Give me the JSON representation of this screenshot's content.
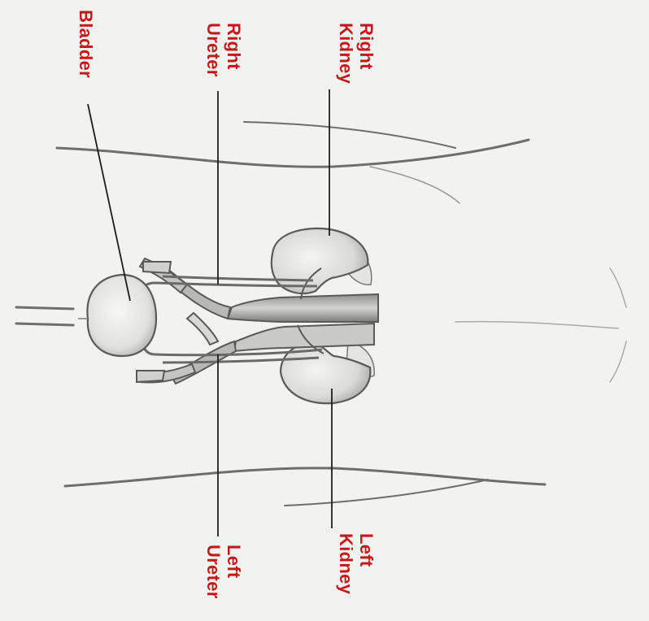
{
  "labels": {
    "right_kidney": {
      "line1": "Right",
      "line2": "Kidney"
    },
    "right_ureter": {
      "line1": "Right",
      "line2": "Ureter"
    },
    "bladder": {
      "line1": "Bladder"
    },
    "left_kidney": {
      "line1": "Left",
      "line2": "Kidney"
    },
    "left_ureter": {
      "line1": "Left",
      "line2": "Ureter"
    }
  },
  "colors": {
    "label": "#c21a1a",
    "background": "#f2f2f0",
    "organ_fill": "#dcdcd8",
    "outline": "#5a5a58"
  }
}
